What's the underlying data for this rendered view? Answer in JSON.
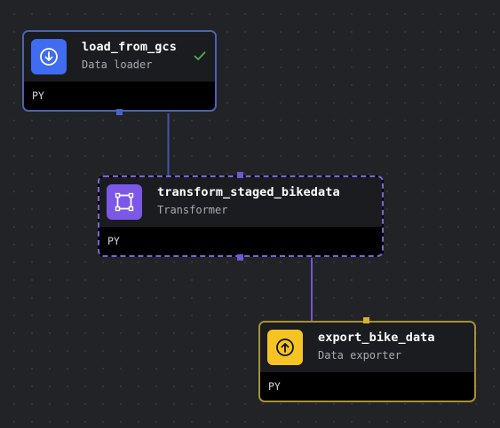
{
  "pipeline": {
    "blocks": [
      {
        "name": "load_from_gcs",
        "type": "Data loader",
        "language": "PY",
        "status": "success",
        "icon": "download-arrow-icon",
        "color": "#3f6cf0"
      },
      {
        "name": "transform_staged_bikedata",
        "type": "Transformer",
        "language": "PY",
        "status": "selected",
        "icon": "transform-frame-icon",
        "color": "#7b58e6"
      },
      {
        "name": "export_bike_data",
        "type": "Data exporter",
        "language": "PY",
        "status": "",
        "icon": "upload-arrow-icon",
        "color": "#f6c422"
      }
    ],
    "edges": [
      {
        "from": "load_from_gcs",
        "to": "transform_staged_bikedata",
        "color": "#3d57a8"
      },
      {
        "from": "transform_staged_bikedata",
        "to": "export_bike_data",
        "color": "#7156d6"
      }
    ]
  },
  "colors": {
    "canvas_background": "#222326",
    "block_header": "#1b1c20",
    "block_body": "#000000",
    "success_check": "#4caf50",
    "loader_border": "#4a62b8",
    "transformer_border": "#7a63d8",
    "exporter_border": "#a89033"
  }
}
